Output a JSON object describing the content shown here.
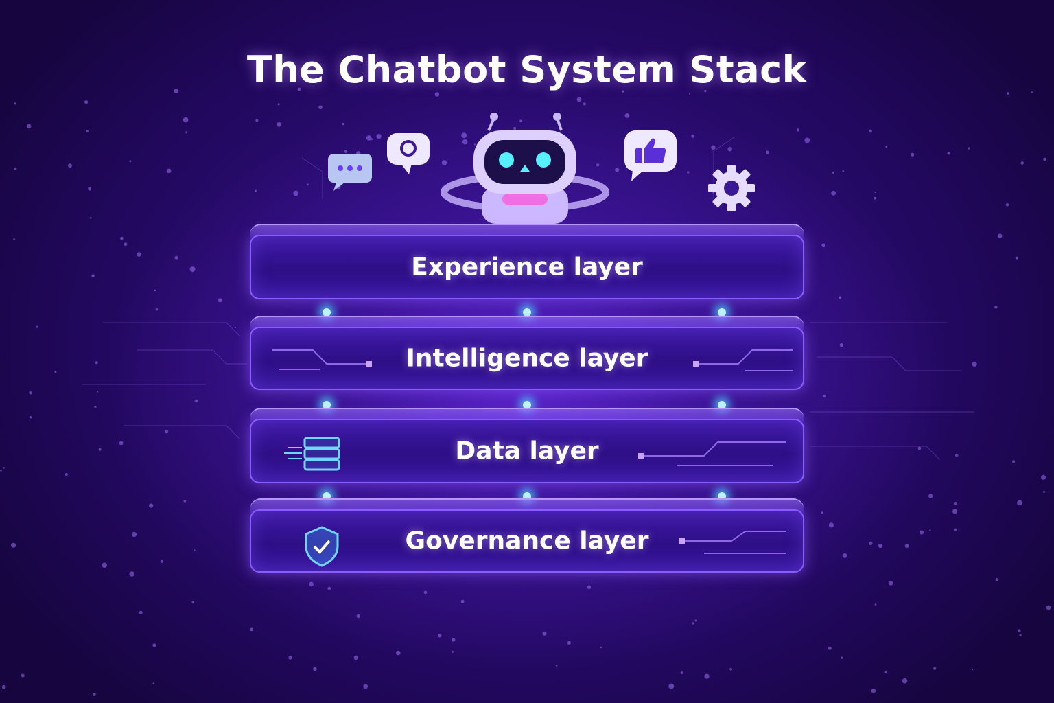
{
  "title": "The Chatbot System Stack",
  "layers": [
    {
      "label": "Experience layer"
    },
    {
      "label": "Intelligence layer",
      "icon": "circuit-icon"
    },
    {
      "label": "Data layer",
      "icon": "database-icon"
    },
    {
      "label": "Governance layer",
      "icon": "shield-check-icon"
    }
  ],
  "top_icons": [
    "chat-dots-icon",
    "speech-bubble-icon",
    "robot-icon",
    "thumbs-up-icon",
    "gear-icon"
  ],
  "colors": {
    "background": "#22085e",
    "layer_fill": "#2e0f86",
    "layer_border": "#8a5cff",
    "glow": "#4fd0ff",
    "accent_pink": "#ff4fd8"
  }
}
